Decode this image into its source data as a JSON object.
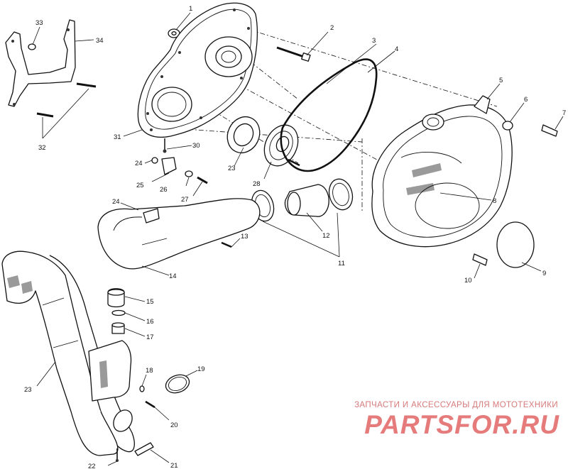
{
  "callouts": [
    {
      "id": "c1",
      "label": "1"
    },
    {
      "id": "c2",
      "label": "2"
    },
    {
      "id": "c3",
      "label": "3"
    },
    {
      "id": "c4",
      "label": "4"
    },
    {
      "id": "c5",
      "label": "5"
    },
    {
      "id": "c6",
      "label": "6"
    },
    {
      "id": "c7",
      "label": "7"
    },
    {
      "id": "c8",
      "label": "8"
    },
    {
      "id": "c9",
      "label": "9"
    },
    {
      "id": "c10",
      "label": "10"
    },
    {
      "id": "c11",
      "label": "11"
    },
    {
      "id": "c12",
      "label": "12"
    },
    {
      "id": "c13",
      "label": "13"
    },
    {
      "id": "c14",
      "label": "14"
    },
    {
      "id": "c15",
      "label": "15"
    },
    {
      "id": "c16",
      "label": "16"
    },
    {
      "id": "c17",
      "label": "17"
    },
    {
      "id": "c18",
      "label": "18"
    },
    {
      "id": "c19",
      "label": "19"
    },
    {
      "id": "c20",
      "label": "20"
    },
    {
      "id": "c21",
      "label": "21"
    },
    {
      "id": "c22",
      "label": "22"
    },
    {
      "id": "c23a",
      "label": "23"
    },
    {
      "id": "c23b",
      "label": "23"
    },
    {
      "id": "c24a",
      "label": "24"
    },
    {
      "id": "c24b",
      "label": "24"
    },
    {
      "id": "c25",
      "label": "25"
    },
    {
      "id": "c26",
      "label": "26"
    },
    {
      "id": "c27",
      "label": "27"
    },
    {
      "id": "c28",
      "label": "28"
    },
    {
      "id": "c30",
      "label": "30"
    },
    {
      "id": "c31",
      "label": "31"
    },
    {
      "id": "c32",
      "label": "32"
    },
    {
      "id": "c33",
      "label": "33"
    },
    {
      "id": "c34",
      "label": "34"
    }
  ],
  "watermark": {
    "tagline": "ЗАПЧАСТИ И АКСЕССУАРЫ ДЛЯ МОТОТЕХНИКИ",
    "brand": "PARTSFOR.RU",
    "color": "#e57b7b"
  }
}
